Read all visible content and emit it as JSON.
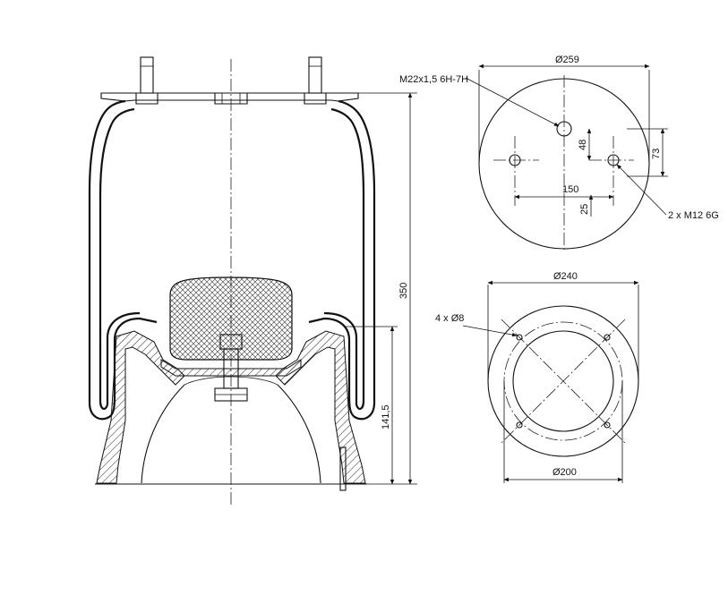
{
  "drawing": {
    "side_view": {
      "overall_height": "350",
      "piston_height": "141,5"
    },
    "top_view": {
      "diameter": "Ø259",
      "center_thread": "M22x1,5 6H-7H",
      "stud_thread": "2 x M12 6G",
      "stud_spacing": "150",
      "offset_48": "48",
      "offset_73": "73",
      "offset_25": "25"
    },
    "bottom_view": {
      "outer_diameter": "Ø240",
      "bolt_circle_diameter": "Ø200",
      "holes": "4 x Ø8"
    }
  }
}
